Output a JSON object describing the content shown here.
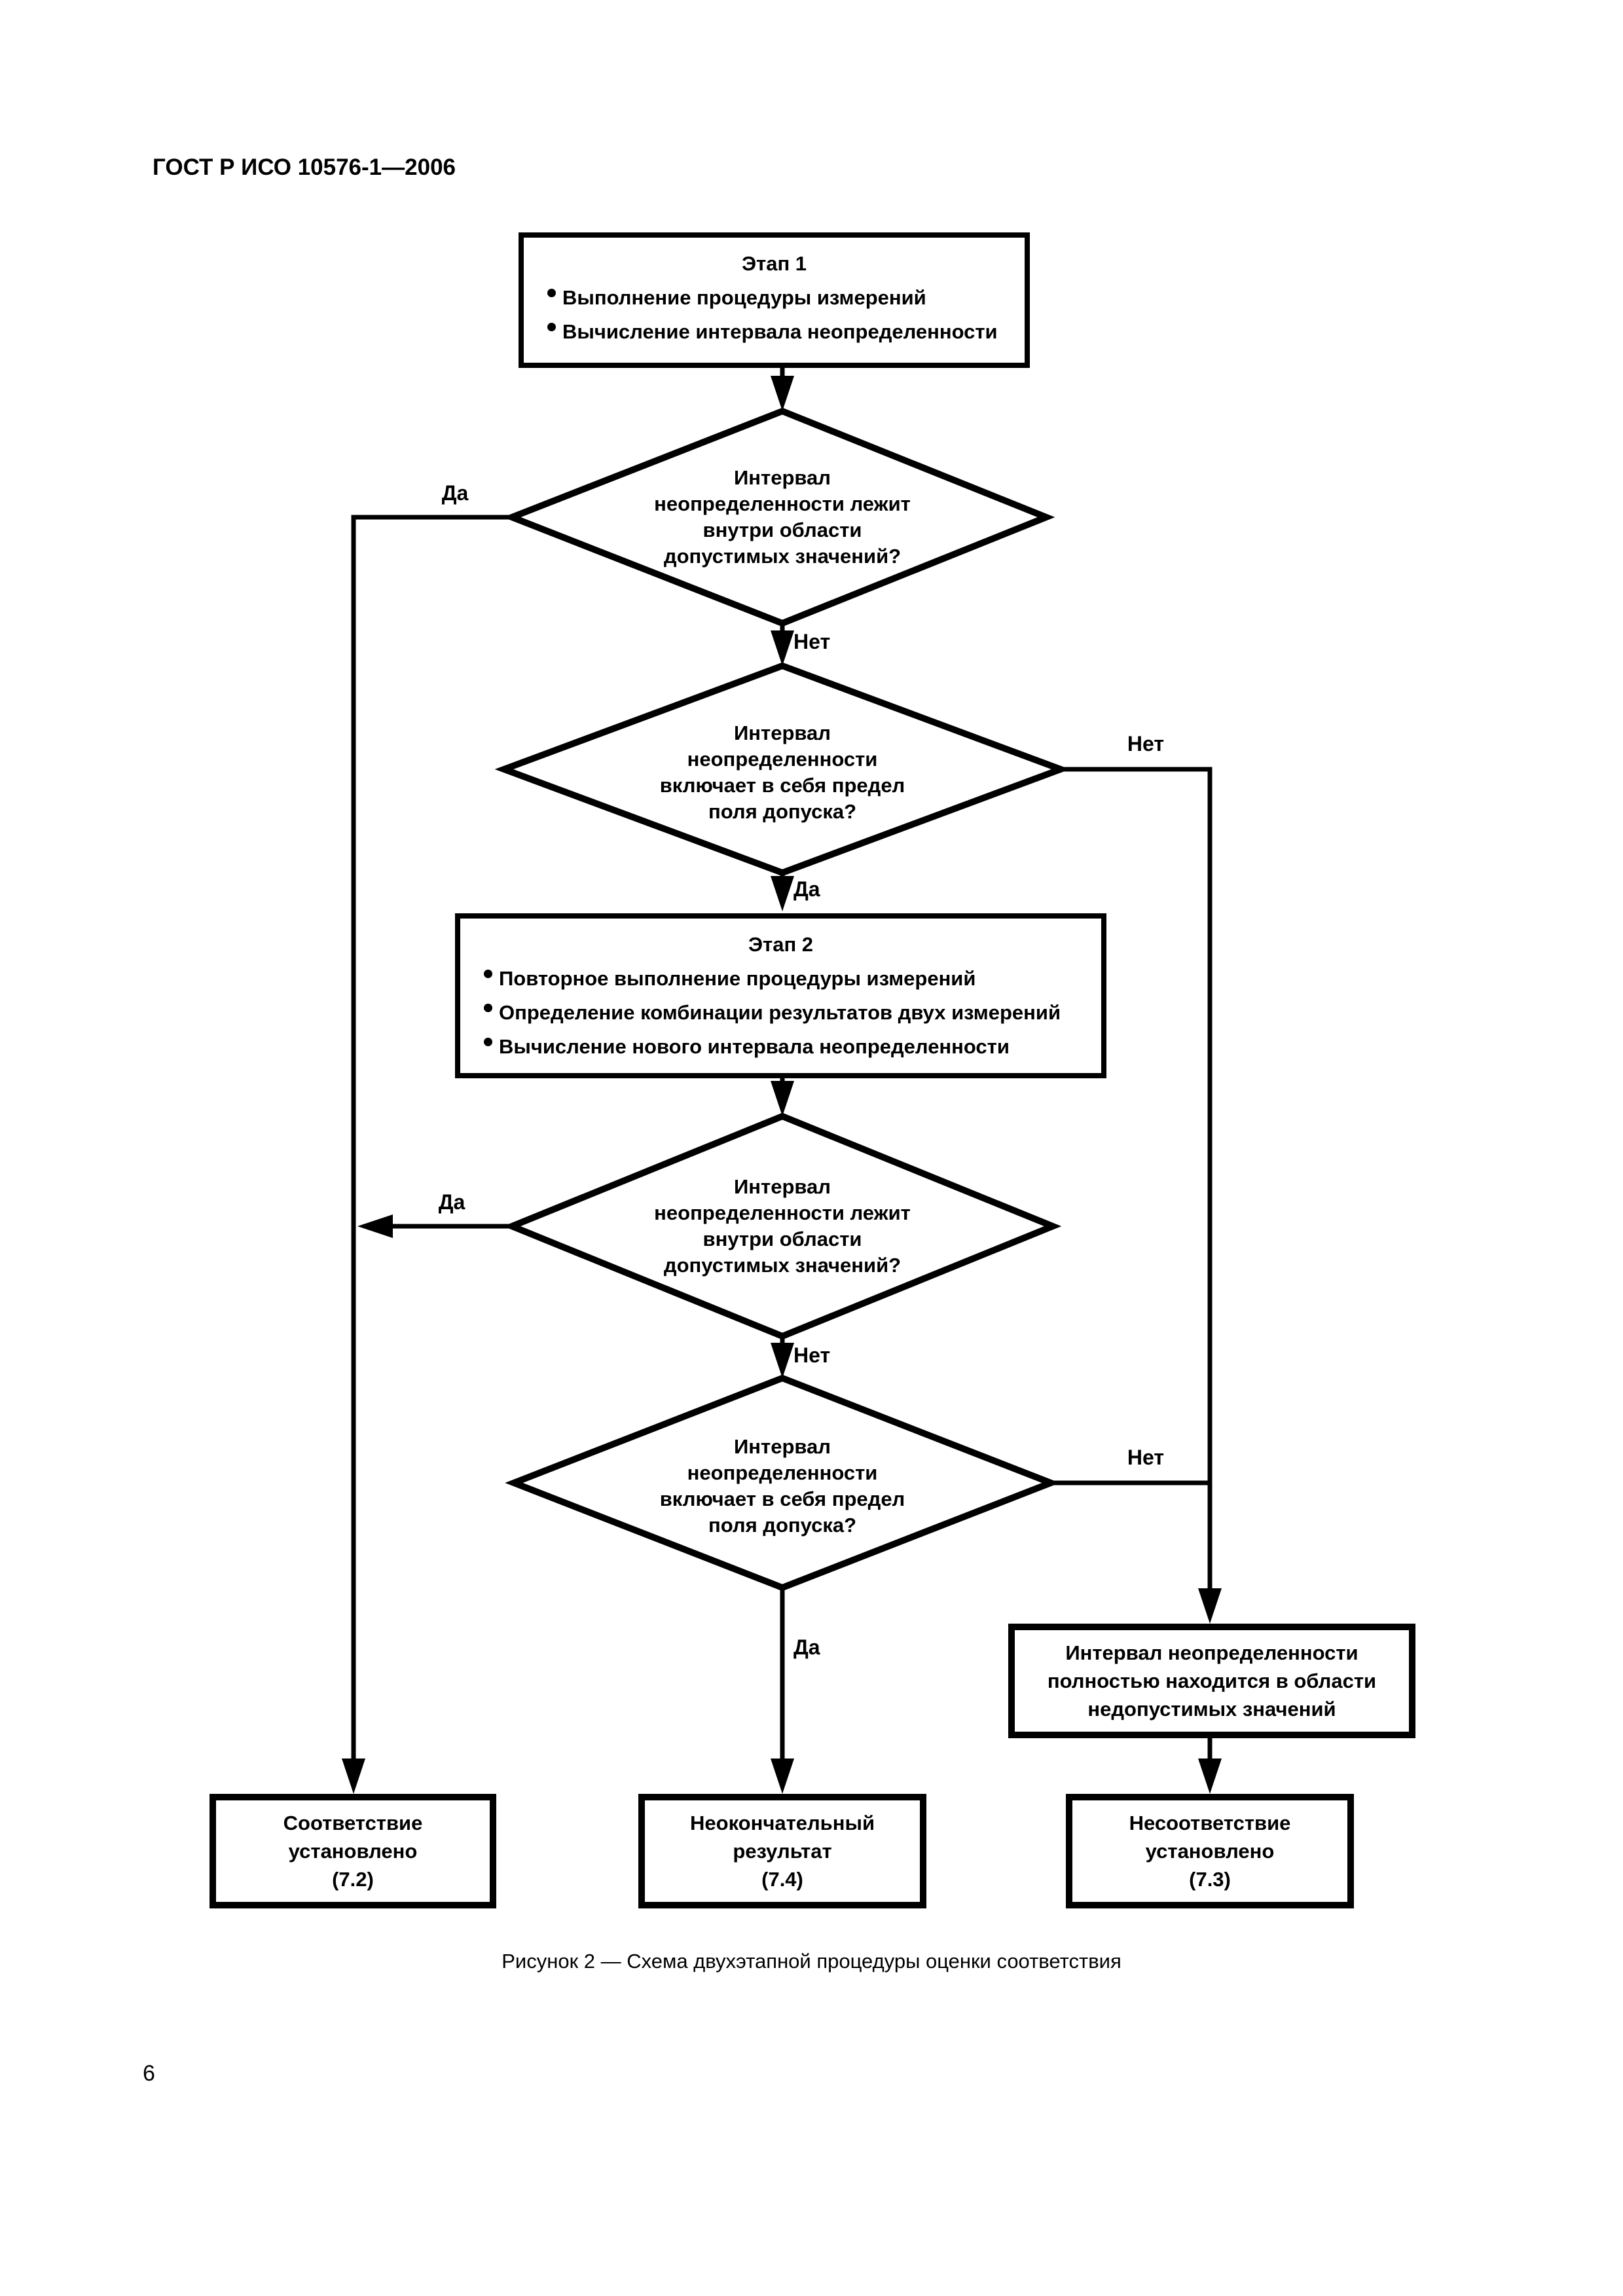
{
  "page": {
    "header": "ГОСТ Р ИСО 10576-1—2006",
    "caption": "Рисунок 2 — Схема двухэтапной процедуры оценки соответствия",
    "page_number": "6"
  },
  "colors": {
    "ink": "#000000",
    "paper": "#ffffff"
  },
  "flowchart": {
    "step1": {
      "title": "Этап 1",
      "bullets": [
        "Выполнение процедуры измерений",
        "Вычисление интервала неопределенности"
      ]
    },
    "decision1": {
      "text": "Интервал\nнеопределенности лежит\nвнутри области\nдопустимых значений?"
    },
    "decision2": {
      "text": "Интервал\nнеопределенности\nвключает в себя предел\nполя допуска?"
    },
    "step2": {
      "title": "Этап 2",
      "bullets": [
        "Повторное выполнение процедуры измерений",
        "Определение комбинации результатов двух измерений",
        "Вычисление нового интервала неопределенности"
      ]
    },
    "decision3": {
      "text": "Интервал\nнеопределенности лежит\nвнутри области\nдопустимых значений?"
    },
    "decision4": {
      "text": "Интервал\nнеопределенности\nвключает в себя предел\nполя допуска?"
    },
    "labels": {
      "d1_yes": "Да",
      "d1_no": "Нет",
      "d2_no": "Нет",
      "d2_yes": "Да",
      "d3_yes": "Да",
      "d3_no": "Нет",
      "d4_no": "Нет",
      "d4_yes": "Да"
    },
    "info_box": {
      "text": "Интервал неопределенности\nполностью находится в области\nнедопустимых значений"
    },
    "result_conform": {
      "text": "Соответствие\nустановлено\n(7.2)"
    },
    "result_inconclusive": {
      "text": "Неокончательный\nрезультат\n(7.4)"
    },
    "result_nonconform": {
      "text": "Несоответствие\nустановлено\n(7.3)"
    }
  }
}
